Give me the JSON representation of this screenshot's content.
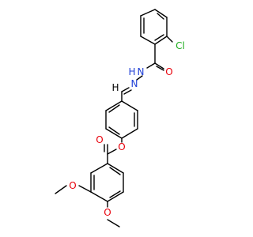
{
  "molecule": {
    "atoms": {
      "cl": {
        "text": "Cl",
        "color": "#1fae1f"
      },
      "o_amide": {
        "text": "O",
        "color": "#e8000b"
      },
      "n_nh": {
        "text": "N",
        "color": "#1f3fd6"
      },
      "h_nh": {
        "text": "H",
        "color": "#1f3fd6"
      },
      "n_imine": {
        "text": "N",
        "color": "#1f3fd6"
      },
      "h_ch": {
        "text": "H",
        "color": "#000000"
      },
      "o_ester_single": {
        "text": "O",
        "color": "#e8000b"
      },
      "o_ester_double": {
        "text": "O",
        "color": "#e8000b"
      },
      "o_methoxy1": {
        "text": "O",
        "color": "#e8000b"
      },
      "o_methoxy2": {
        "text": "O",
        "color": "#e8000b"
      }
    }
  }
}
